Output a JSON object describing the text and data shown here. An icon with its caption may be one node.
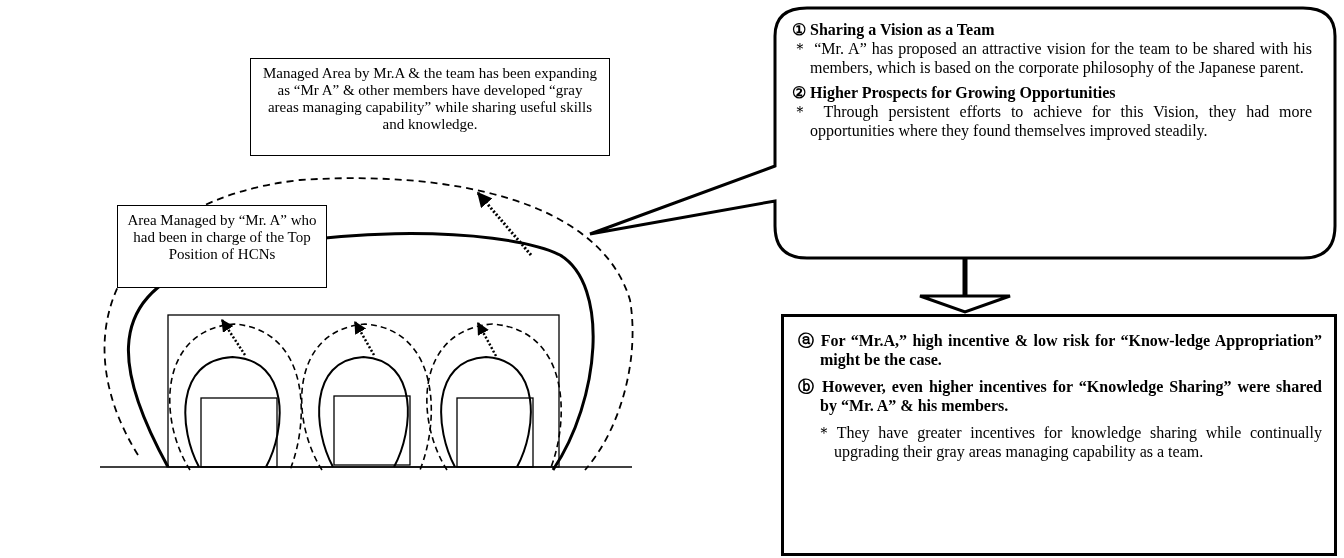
{
  "diagram": {
    "nodes": [
      {
        "text": [
          "Managed Area by Mr.A & the team has been expanding as “Mr A” & other members have developed “gray areas managing capability” while sharing useful skills and knowledge."
        ]
      },
      {
        "text": [
          "Area Managed by “Mr. A” who had been in charge of the Top Position of HCNs"
        ]
      },
      {
        "text": [
          "① Sharing a Vision as a Team",
          "＊ “Mr. A” has proposed an attractive vision for the team to be shared with his members, which is based on the corporate philosophy of the Japanese parent.",
          "② Higher Prospects for Growing Opportunities",
          "＊ Through persistent efforts to achieve for this Vision, they had more opportunities where they found themselves improved steadily."
        ]
      },
      {
        "text": [
          "ⓐ For “Mr.A,” high incentive & low risk for “Know-ledge Appropriation” might be the case.",
          "ⓑ However, even higher incentives for “Knowledge Sharing” were shared by “Mr. A” & his members.",
          "＊They have greater incentives for knowledge sharing while continually upgrading their gray areas managing capability as a team."
        ]
      }
    ],
    "edges": [
      {
        "from": 2,
        "to": 3,
        "arrow": "to"
      }
    ]
  }
}
